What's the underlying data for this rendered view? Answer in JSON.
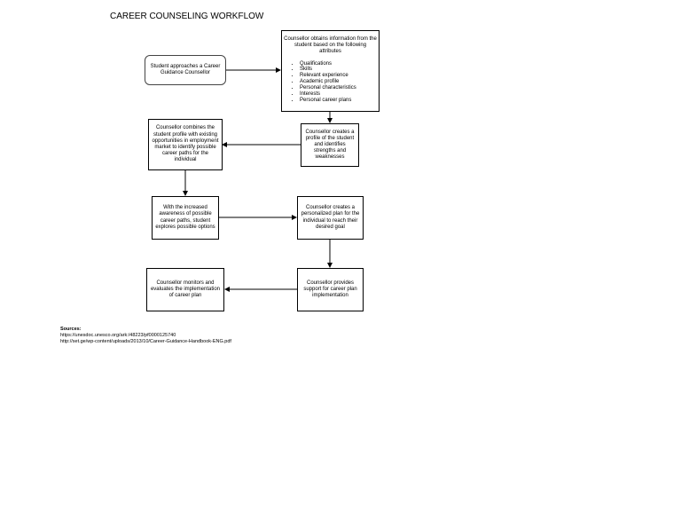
{
  "title": "CAREER COUNSELING WORKFLOW",
  "nodes": {
    "student_approaches": "Student approaches a Career Guidance Counsellor",
    "obtains_info": "Counsellor obtains information from the student based on the following attributes",
    "attributes": [
      "Qualifications",
      "Skills",
      "Relevant experience",
      "Academic profile",
      "Personal characteristics",
      "Interests",
      "Personal career plans"
    ],
    "creates_profile": "Counsellor creates a profile of the student and identifies strengths and weaknesses",
    "combines_profile": "Counsellor combines the student profile with existing opportunities in employment market to identify possible career paths for the individual",
    "explores_options": "With the increased awareness of possible career paths, student explores possible options",
    "personalized_plan": "Counsellor creates a personalized plan for the individual to reach their desired goal",
    "provides_support": "Counsellor provides support for career plan implementation",
    "monitors": "Counsellor monitors and evaluates the implementation of career plan"
  },
  "sources": {
    "heading": "Sources:",
    "links": [
      "https://unesdoc.unesco.org/ark:/48223/pf0000125740",
      "http://set.ge/wp-content/uploads/2013/10/Career-Guidance-Handbook-ENG.pdf"
    ]
  },
  "colors": {
    "line": "#000000",
    "background": "#ffffff"
  }
}
